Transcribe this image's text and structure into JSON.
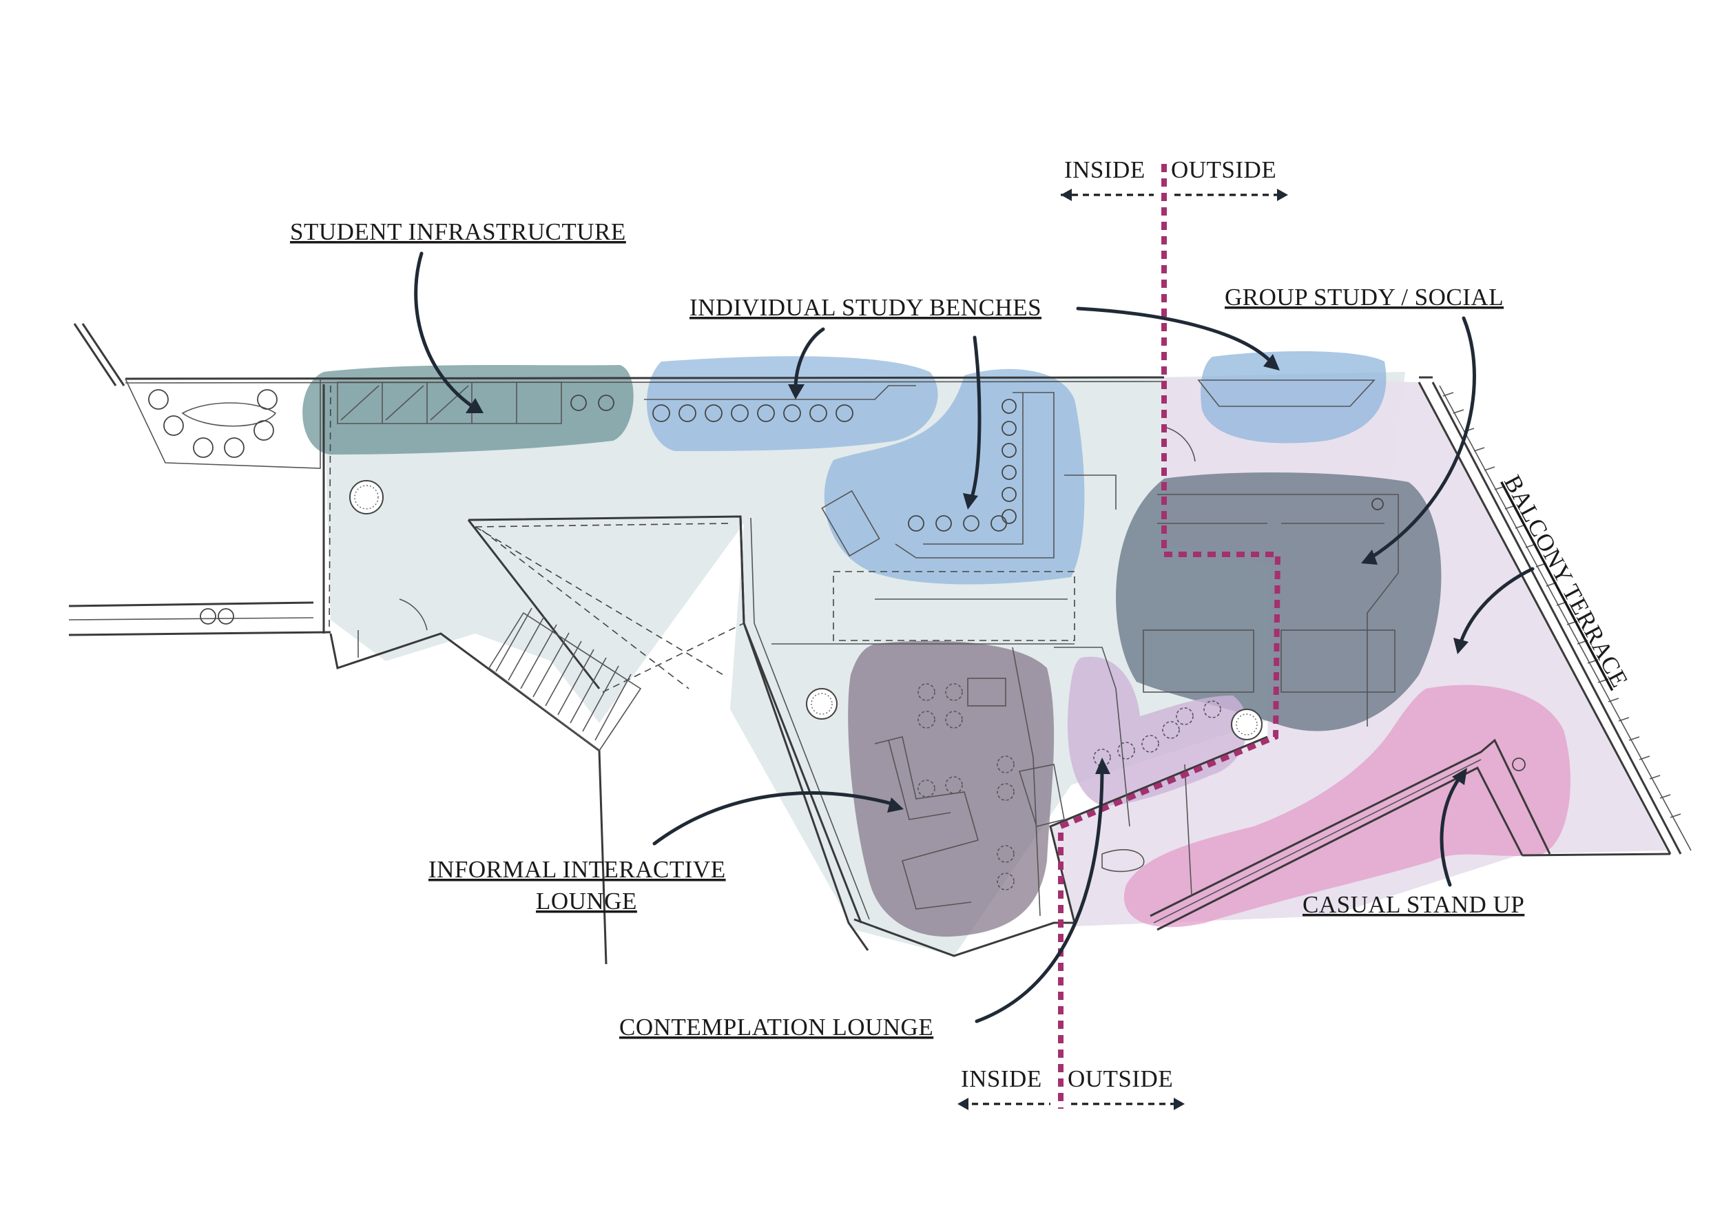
{
  "labels": {
    "student_infrastructure": "STUDENT INFRASTRUCTURE",
    "individual_study": "INDIVIDUAL STUDY BENCHES",
    "group_study": "GROUP STUDY / SOCIAL",
    "balcony_terrace": "BALCONY TERRACE",
    "informal_line1": "INFORMAL INTERACTIVE",
    "informal_line2": "LOUNGE",
    "contemplation": "CONTEMPLATION LOUNGE",
    "casual_stand": "CASUAL STAND UP"
  },
  "boundary": {
    "top_inside": "INSIDE",
    "top_outside": "OUTSIDE",
    "bottom_inside": "INSIDE",
    "bottom_outside": "OUTSIDE"
  },
  "colors": {
    "zone_blue": "#8fb6dc",
    "zone_teal": "#6a9295",
    "zone_slate": "#5f6f80",
    "zone_purple": "#8a7a8f",
    "zone_lilac": "#cdb4d8",
    "zone_pink": "#e39ac9",
    "floor_fill": "#dde6e8",
    "boundary_line": "#a4306f",
    "arrow": "#1f2a36"
  }
}
